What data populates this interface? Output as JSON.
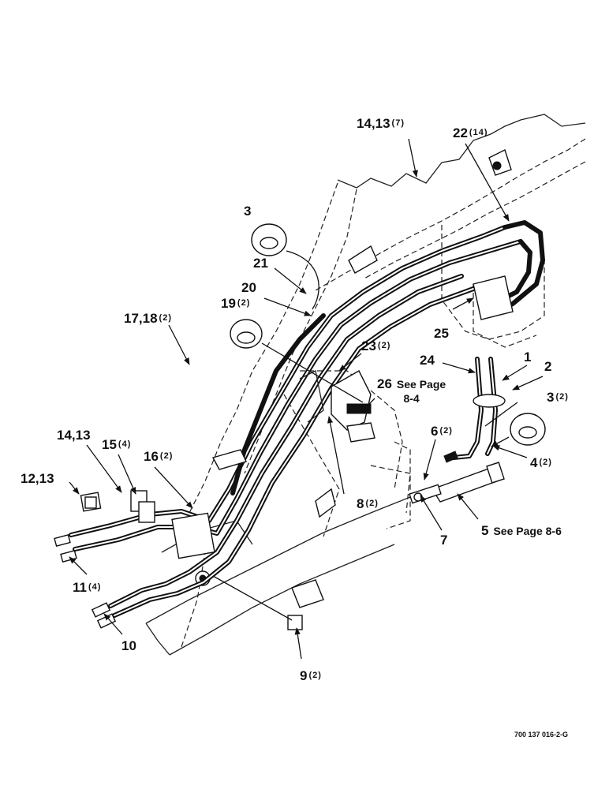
{
  "document_number": "700 137 016-2-G",
  "callouts": [
    {
      "id": "c1",
      "label": "1",
      "qty": "",
      "note": ""
    },
    {
      "id": "c2",
      "label": "2",
      "qty": "",
      "note": ""
    },
    {
      "id": "c3a",
      "label": "3",
      "qty": "",
      "note": ""
    },
    {
      "id": "c3b",
      "label": "3",
      "qty": "(2)",
      "note": ""
    },
    {
      "id": "c4",
      "label": "4",
      "qty": "(2)",
      "note": ""
    },
    {
      "id": "c5",
      "label": "5",
      "qty": "",
      "note": "See Page 8-6"
    },
    {
      "id": "c6",
      "label": "6",
      "qty": "(2)",
      "note": ""
    },
    {
      "id": "c7",
      "label": "7",
      "qty": "",
      "note": ""
    },
    {
      "id": "c8",
      "label": "8",
      "qty": "(2)",
      "note": ""
    },
    {
      "id": "c9",
      "label": "9",
      "qty": "(2)",
      "note": ""
    },
    {
      "id": "c10",
      "label": "10",
      "qty": "",
      "note": ""
    },
    {
      "id": "c11",
      "label": "11",
      "qty": "(4)",
      "note": ""
    },
    {
      "id": "c12",
      "label": "12,13",
      "qty": "",
      "note": ""
    },
    {
      "id": "c14a",
      "label": "14,13",
      "qty": "",
      "note": ""
    },
    {
      "id": "c14b",
      "label": "14,13",
      "qty": "(7)",
      "note": ""
    },
    {
      "id": "c15",
      "label": "15",
      "qty": "(4)",
      "note": ""
    },
    {
      "id": "c16",
      "label": "16",
      "qty": "(2)",
      "note": ""
    },
    {
      "id": "c17",
      "label": "17,18",
      "qty": "(2)",
      "note": ""
    },
    {
      "id": "c19",
      "label": "19",
      "qty": "(2)",
      "note": ""
    },
    {
      "id": "c20",
      "label": "20",
      "qty": "",
      "note": ""
    },
    {
      "id": "c21",
      "label": "21",
      "qty": "",
      "note": ""
    },
    {
      "id": "c22",
      "label": "22",
      "qty": "(14)",
      "note": ""
    },
    {
      "id": "c23",
      "label": "23",
      "qty": "(2)",
      "note": ""
    },
    {
      "id": "c24",
      "label": "24",
      "qty": "",
      "note": ""
    },
    {
      "id": "c25",
      "label": "25",
      "qty": "",
      "note": ""
    },
    {
      "id": "c26",
      "label": "26",
      "qty": "",
      "note": "See Page",
      "note2": "8-4"
    }
  ]
}
